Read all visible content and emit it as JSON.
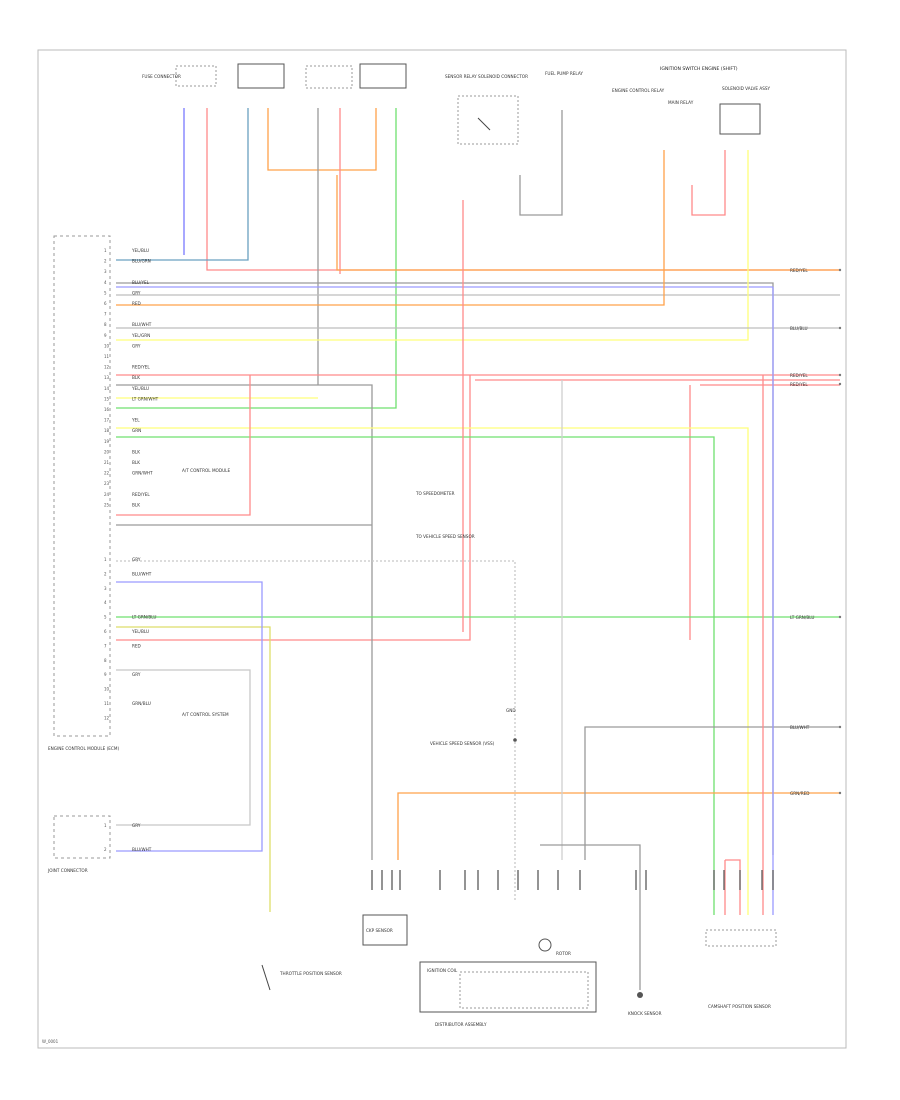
{
  "header": {
    "ignition_caption": "IGNITION SWITCH ENGINE (SHIFT)"
  },
  "top_components": {
    "fuse_label": "FUSE CONNECTOR",
    "sensor_label": "SENSOR RELAY SOLENOID CONNECTOR",
    "relay_label": "FUEL PUMP RELAY",
    "relay_note": "ENGINE CONTROL RELAY",
    "ecu_relay_label": "MAIN RELAY",
    "solenoid_label": "SOLENOID VALVE ASSY"
  },
  "ecm": {
    "label": "ENGINE CONTROL MODULE (ECM)",
    "connector_label": "JOINT CONNECTOR",
    "wires": [
      {
        "pin": "1",
        "color": "YEL/BLU"
      },
      {
        "pin": "2",
        "color": "BLU/GRN"
      },
      {
        "pin": "3",
        "color": ""
      },
      {
        "pin": "4",
        "color": "BLU/YEL"
      },
      {
        "pin": "5",
        "color": "GRY"
      },
      {
        "pin": "6",
        "color": "RED"
      },
      {
        "pin": "7",
        "color": ""
      },
      {
        "pin": "8",
        "color": "BLU/WHT"
      },
      {
        "pin": "9",
        "color": "YEL/GRN"
      },
      {
        "pin": "10",
        "color": "GRY"
      },
      {
        "pin": "11",
        "color": ""
      },
      {
        "pin": "12",
        "color": "RED/YEL"
      },
      {
        "pin": "13",
        "color": "BLK"
      },
      {
        "pin": "14",
        "color": "YEL/BLU"
      },
      {
        "pin": "15",
        "color": "LT GRN/WHT"
      },
      {
        "pin": "16",
        "color": ""
      },
      {
        "pin": "17",
        "color": "YEL"
      },
      {
        "pin": "18",
        "color": "GRN"
      },
      {
        "pin": "19",
        "color": ""
      },
      {
        "pin": "20",
        "color": "BLK"
      },
      {
        "pin": "21",
        "color": "BLK"
      },
      {
        "pin": "22",
        "color": "GRN/WHT"
      },
      {
        "pin": "23",
        "color": ""
      },
      {
        "pin": "24",
        "color": "RED/YEL"
      },
      {
        "pin": "25",
        "color": "BLK"
      }
    ],
    "lower_wires": [
      {
        "pin": "1",
        "color": "GRY"
      },
      {
        "pin": "2",
        "color": "BLU/WHT"
      },
      {
        "pin": "3",
        "color": ""
      },
      {
        "pin": "4",
        "color": ""
      },
      {
        "pin": "5",
        "color": "LT GRN/BLU"
      },
      {
        "pin": "6",
        "color": "YEL/BLU"
      },
      {
        "pin": "7",
        "color": "RED"
      },
      {
        "pin": "8",
        "color": ""
      },
      {
        "pin": "9",
        "color": "GRY"
      },
      {
        "pin": "10",
        "color": ""
      },
      {
        "pin": "11",
        "color": "GRN/BLU"
      },
      {
        "pin": "12",
        "color": ""
      }
    ],
    "aux_wires": [
      {
        "pin": "1",
        "color": "GRY"
      },
      {
        "pin": "2",
        "color": "BLU/WHT"
      }
    ],
    "note_a": "A/T CONTROL MODULE",
    "note_b": "A/T CONTROL SYSTEM"
  },
  "right_labels": [
    {
      "text": "RED/YEL"
    },
    {
      "text": "BLU/BLU"
    },
    {
      "text": "RED/YEL"
    },
    {
      "text": "RED/YEL"
    },
    {
      "text": "LT GRN/BLU"
    },
    {
      "text": "BLU/WHT"
    },
    {
      "text": "GRN/RED"
    }
  ],
  "mid_notes": {
    "note1": "TO SPEEDOMETER",
    "note2": "TO VEHICLE SPEED SENSOR",
    "sensor_note": "VEHICLE SPEED SENSOR (VSS)",
    "gnd": "GND"
  },
  "bottom": {
    "left_component": "THROTTLE POSITION SENSOR",
    "center_component": "DISTRIBUTOR ASSEMBLY",
    "center_sub": "IGNITION COIL",
    "center_note": "ROTOR",
    "right_component": "KNOCK SENSOR",
    "far_right_component": "CAMSHAFT POSITION SENSOR",
    "connector_label": "CKP SENSOR",
    "footer": "W_0001"
  },
  "colors": {
    "blue": "#7a7aff",
    "red": "#ff8a8a",
    "orange": "#ffa24a",
    "green": "#6fe06f",
    "yellow": "#ffff7a",
    "gray": "#9a9a9a",
    "black": "#555555"
  }
}
